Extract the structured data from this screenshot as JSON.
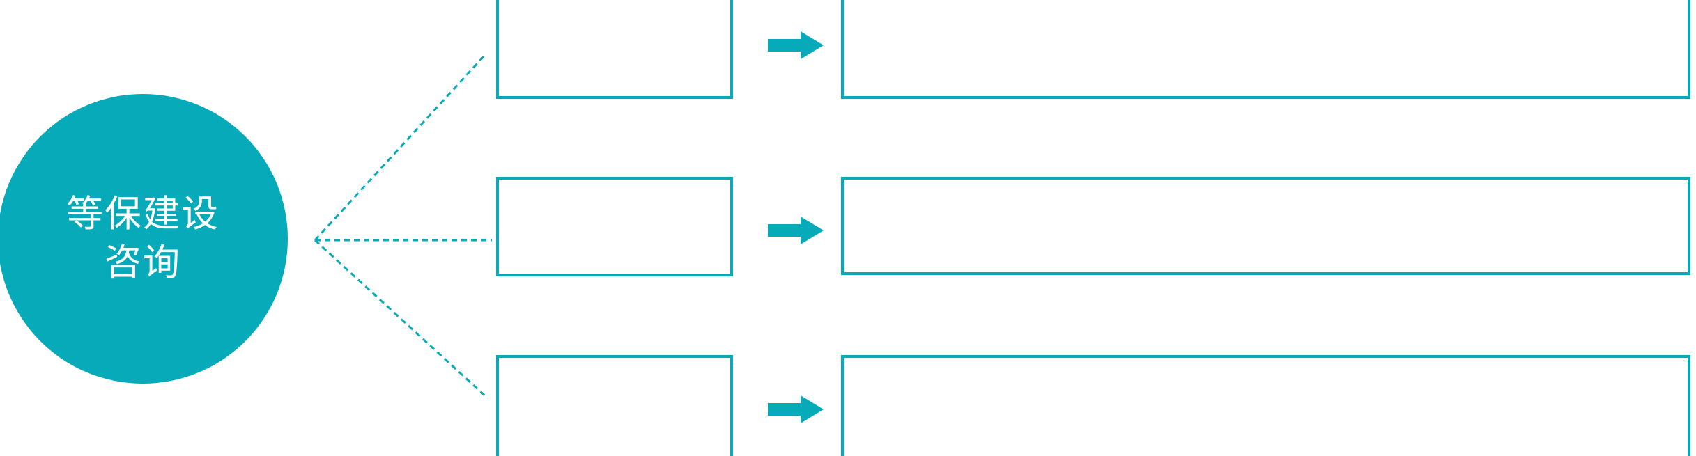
{
  "diagram": {
    "type": "hub-and-spoke-process",
    "accent_color": "#06AAB8",
    "background_color": "#FFFFFF",
    "hub": {
      "shape": "circle",
      "fill": "#06AAB8",
      "text_color": "#FFFFFF",
      "label_line_1": "等保建设",
      "label_line_2": "咨询",
      "full_label": "等保建设咨询"
    },
    "connector": {
      "style": "dotted",
      "color": "#06AAB8",
      "branch_count": 3
    },
    "arrow_icon_label": "right-arrow",
    "rows": [
      {
        "id": "row-1",
        "stage_label": "",
        "detail_label": ""
      },
      {
        "id": "row-2",
        "stage_label": "",
        "detail_label": ""
      },
      {
        "id": "row-3",
        "stage_label": "",
        "detail_label": ""
      }
    ]
  }
}
